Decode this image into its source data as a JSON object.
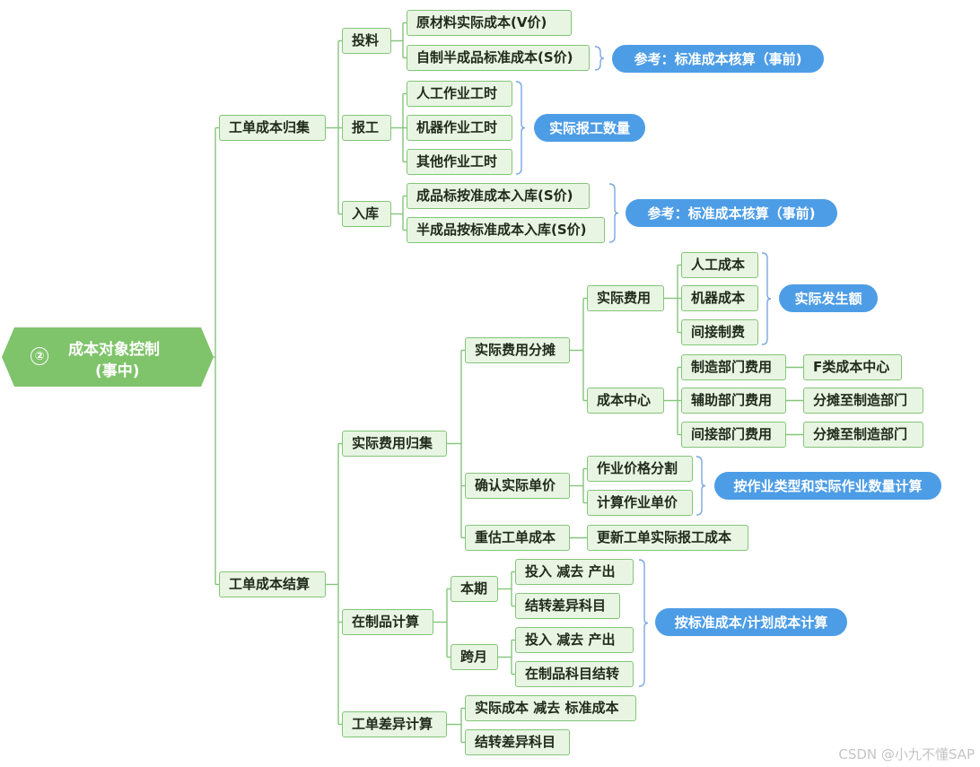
{
  "root": {
    "number": "②",
    "line1": "成本对象控制",
    "line2": "(事中)"
  },
  "branches": {
    "collect": {
      "label": "工单成本归集",
      "touliao": {
        "label": "投料",
        "items": [
          "原材料实际成本(V价)",
          "自制半成品标准成本(S价)"
        ],
        "note": "参考：标准成本核算（事前)"
      },
      "baogong": {
        "label": "报工",
        "items": [
          "人工作业工时",
          "机器作业工时",
          "其他作业工时"
        ],
        "note": "实际报工数量"
      },
      "ruku": {
        "label": "入库",
        "items": [
          "成品标按准成本入库(S价)",
          "半成品按标准成本入库(S价)"
        ],
        "note": "参考：标准成本核算（事前)"
      }
    },
    "settle": {
      "label": "工单成本结算",
      "actual": {
        "label": "实际费用归集",
        "alloc": {
          "label": "实际费用分摊",
          "fees": {
            "label": "实际费用",
            "items": [
              "人工成本",
              "机器成本",
              "间接制费"
            ],
            "note": "实际发生额"
          },
          "center": {
            "label": "成本中心",
            "items": [
              "制造部门费用",
              "辅助部门费用",
              "间接部门费用"
            ],
            "targets": [
              "F类成本中心",
              "分摊至制造部门",
              "分摊至制造部门"
            ]
          }
        },
        "price": {
          "label": "确认实际单价",
          "items": [
            "作业价格分割",
            "计算作业单价"
          ],
          "note": "按作业类型和实际作业数量计算"
        },
        "revalue": {
          "label": "重估工单成本",
          "target": "更新工单实际报工成本"
        }
      },
      "wip": {
        "label": "在制品计算",
        "current": {
          "label": "本期",
          "items": [
            "投入 减去 产出",
            "结转差异科目"
          ]
        },
        "cross": {
          "label": "跨月",
          "items": [
            "投入 减去 产出",
            "在制品科目结转"
          ]
        },
        "note": "按标准成本/计划成本计算"
      },
      "variance": {
        "label": "工单差异计算",
        "items": [
          "实际成本 减去 标准成本",
          "结转差异科目"
        ]
      }
    }
  },
  "watermark": "CSDN @小九不懂SAP",
  "colors": {
    "node_fill": "#e8f5e2",
    "node_border": "#84c57a",
    "line": "#84c57a",
    "root": "#7fc36a",
    "note": "#4d9de6",
    "bracket": "#7aa7e0"
  }
}
